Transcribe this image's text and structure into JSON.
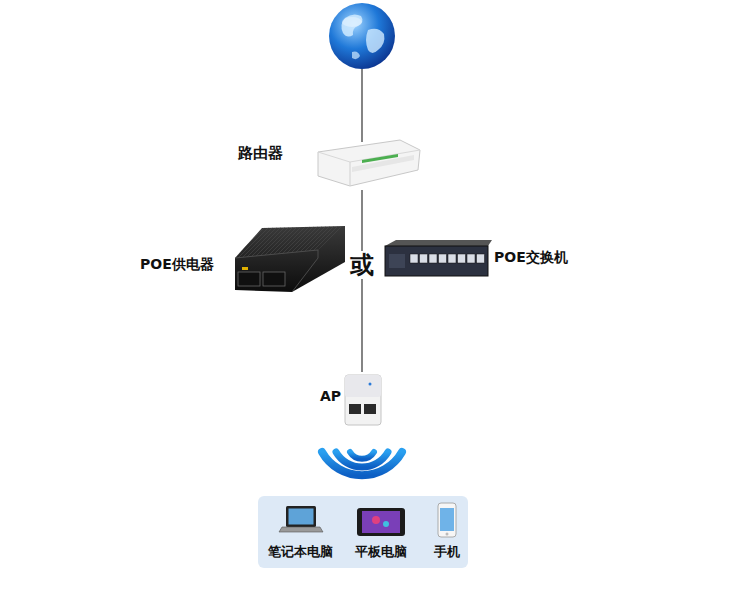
{
  "diagram": {
    "nodes": [
      {
        "text": [
          "路由器"
        ]
      },
      {
        "text": [
          "POE供电器"
        ]
      },
      {
        "text": [
          "POE交换机"
        ]
      },
      {
        "text": [
          "AP"
        ]
      },
      {
        "text": [
          "笔记本电脑",
          "平板电脑",
          "手机"
        ]
      }
    ],
    "edges": [
      {
        "from": 0,
        "to": 3,
        "label": "或",
        "arrow": "none"
      }
    ]
  }
}
